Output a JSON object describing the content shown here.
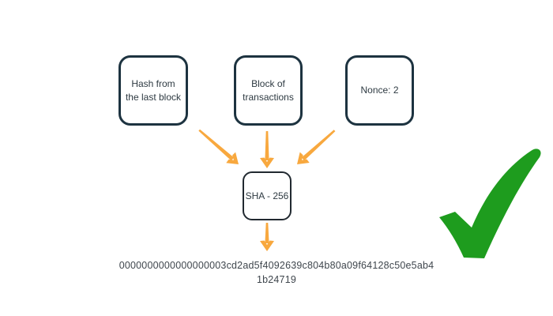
{
  "diagram": {
    "title": "blockchain-hashing-flow",
    "inputs": [
      {
        "id": "prev-hash",
        "label": "Hash from\nthe last block"
      },
      {
        "id": "transactions",
        "label": "Block of\ntransactions"
      },
      {
        "id": "nonce",
        "label": "Nonce: 2"
      }
    ],
    "hash_function_label": "SHA - 256",
    "output_hash": "0000000000000000003cd2ad5f4092639c804b80a09f64128c50e5ab4\n1b24719",
    "status_icon": "green-checkmark"
  },
  "colors": {
    "background": "#ffffff",
    "box-border": "#1d3340",
    "sha-border": "#212930",
    "label-text": "#2e3a42",
    "hash-text": "#3f464d",
    "arrow": "#f8a83e",
    "check": "#1e9c1e"
  }
}
